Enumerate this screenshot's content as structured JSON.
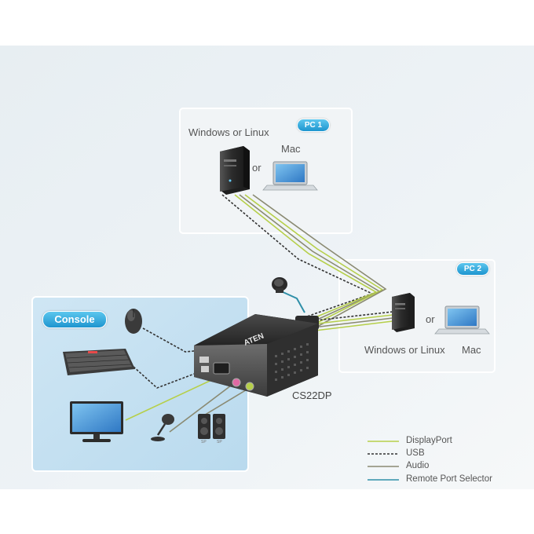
{
  "pc1": {
    "badge": "PC 1",
    "os_label": "Windows or Linux",
    "or_label": "or",
    "mac_label": "Mac"
  },
  "pc2": {
    "badge": "PC 2",
    "os_label": "Windows or Linux",
    "or_label": "or",
    "mac_label": "Mac"
  },
  "console": {
    "badge": "Console"
  },
  "device": {
    "model": "CS22DP",
    "brand": "ATEN"
  },
  "speaker_tags": [
    "SP",
    "SP"
  ],
  "legend": [
    {
      "label": "DisplayPort",
      "color": "#b6cf4a",
      "style": "solid"
    },
    {
      "label": "USB",
      "color": "#333333",
      "style": "dashed"
    },
    {
      "label": "Audio",
      "color": "#8a8a72",
      "style": "solid"
    },
    {
      "label": "Remote Port Selector",
      "color": "#2f8fa8",
      "style": "solid"
    }
  ],
  "colors": {
    "badge": "#2a9fd6",
    "panel": "#f0f3f5",
    "console_panel": "#c8e3f3",
    "device_body": "#3a3a3a"
  },
  "icons": [
    "tower-icon",
    "laptop-icon",
    "mouse-icon",
    "keyboard-icon",
    "monitor-icon",
    "microphone-icon",
    "speakers-icon",
    "remote-selector-icon"
  ]
}
